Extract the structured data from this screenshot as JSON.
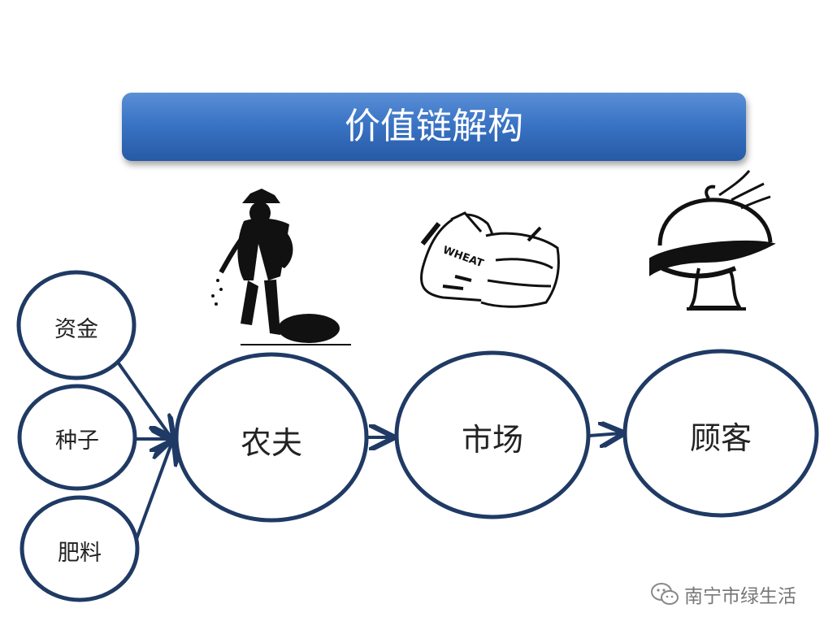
{
  "title": "价值链解构",
  "inputs": [
    {
      "label": "资金"
    },
    {
      "label": "种子"
    },
    {
      "label": "肥料"
    }
  ],
  "chain": [
    {
      "label": "农夫",
      "icon": "farmer-sowing-icon"
    },
    {
      "label": "市场",
      "icon": "wheat-sacks-icon"
    },
    {
      "label": "顾客",
      "icon": "serving-dish-icon"
    }
  ],
  "watermark": {
    "text": "南宁市绿生活",
    "icon": "wechat-icon"
  },
  "colors": {
    "circle_stroke": "#1f3a64",
    "title_bar": "#3a74c5",
    "title_text": "#ffffff"
  }
}
